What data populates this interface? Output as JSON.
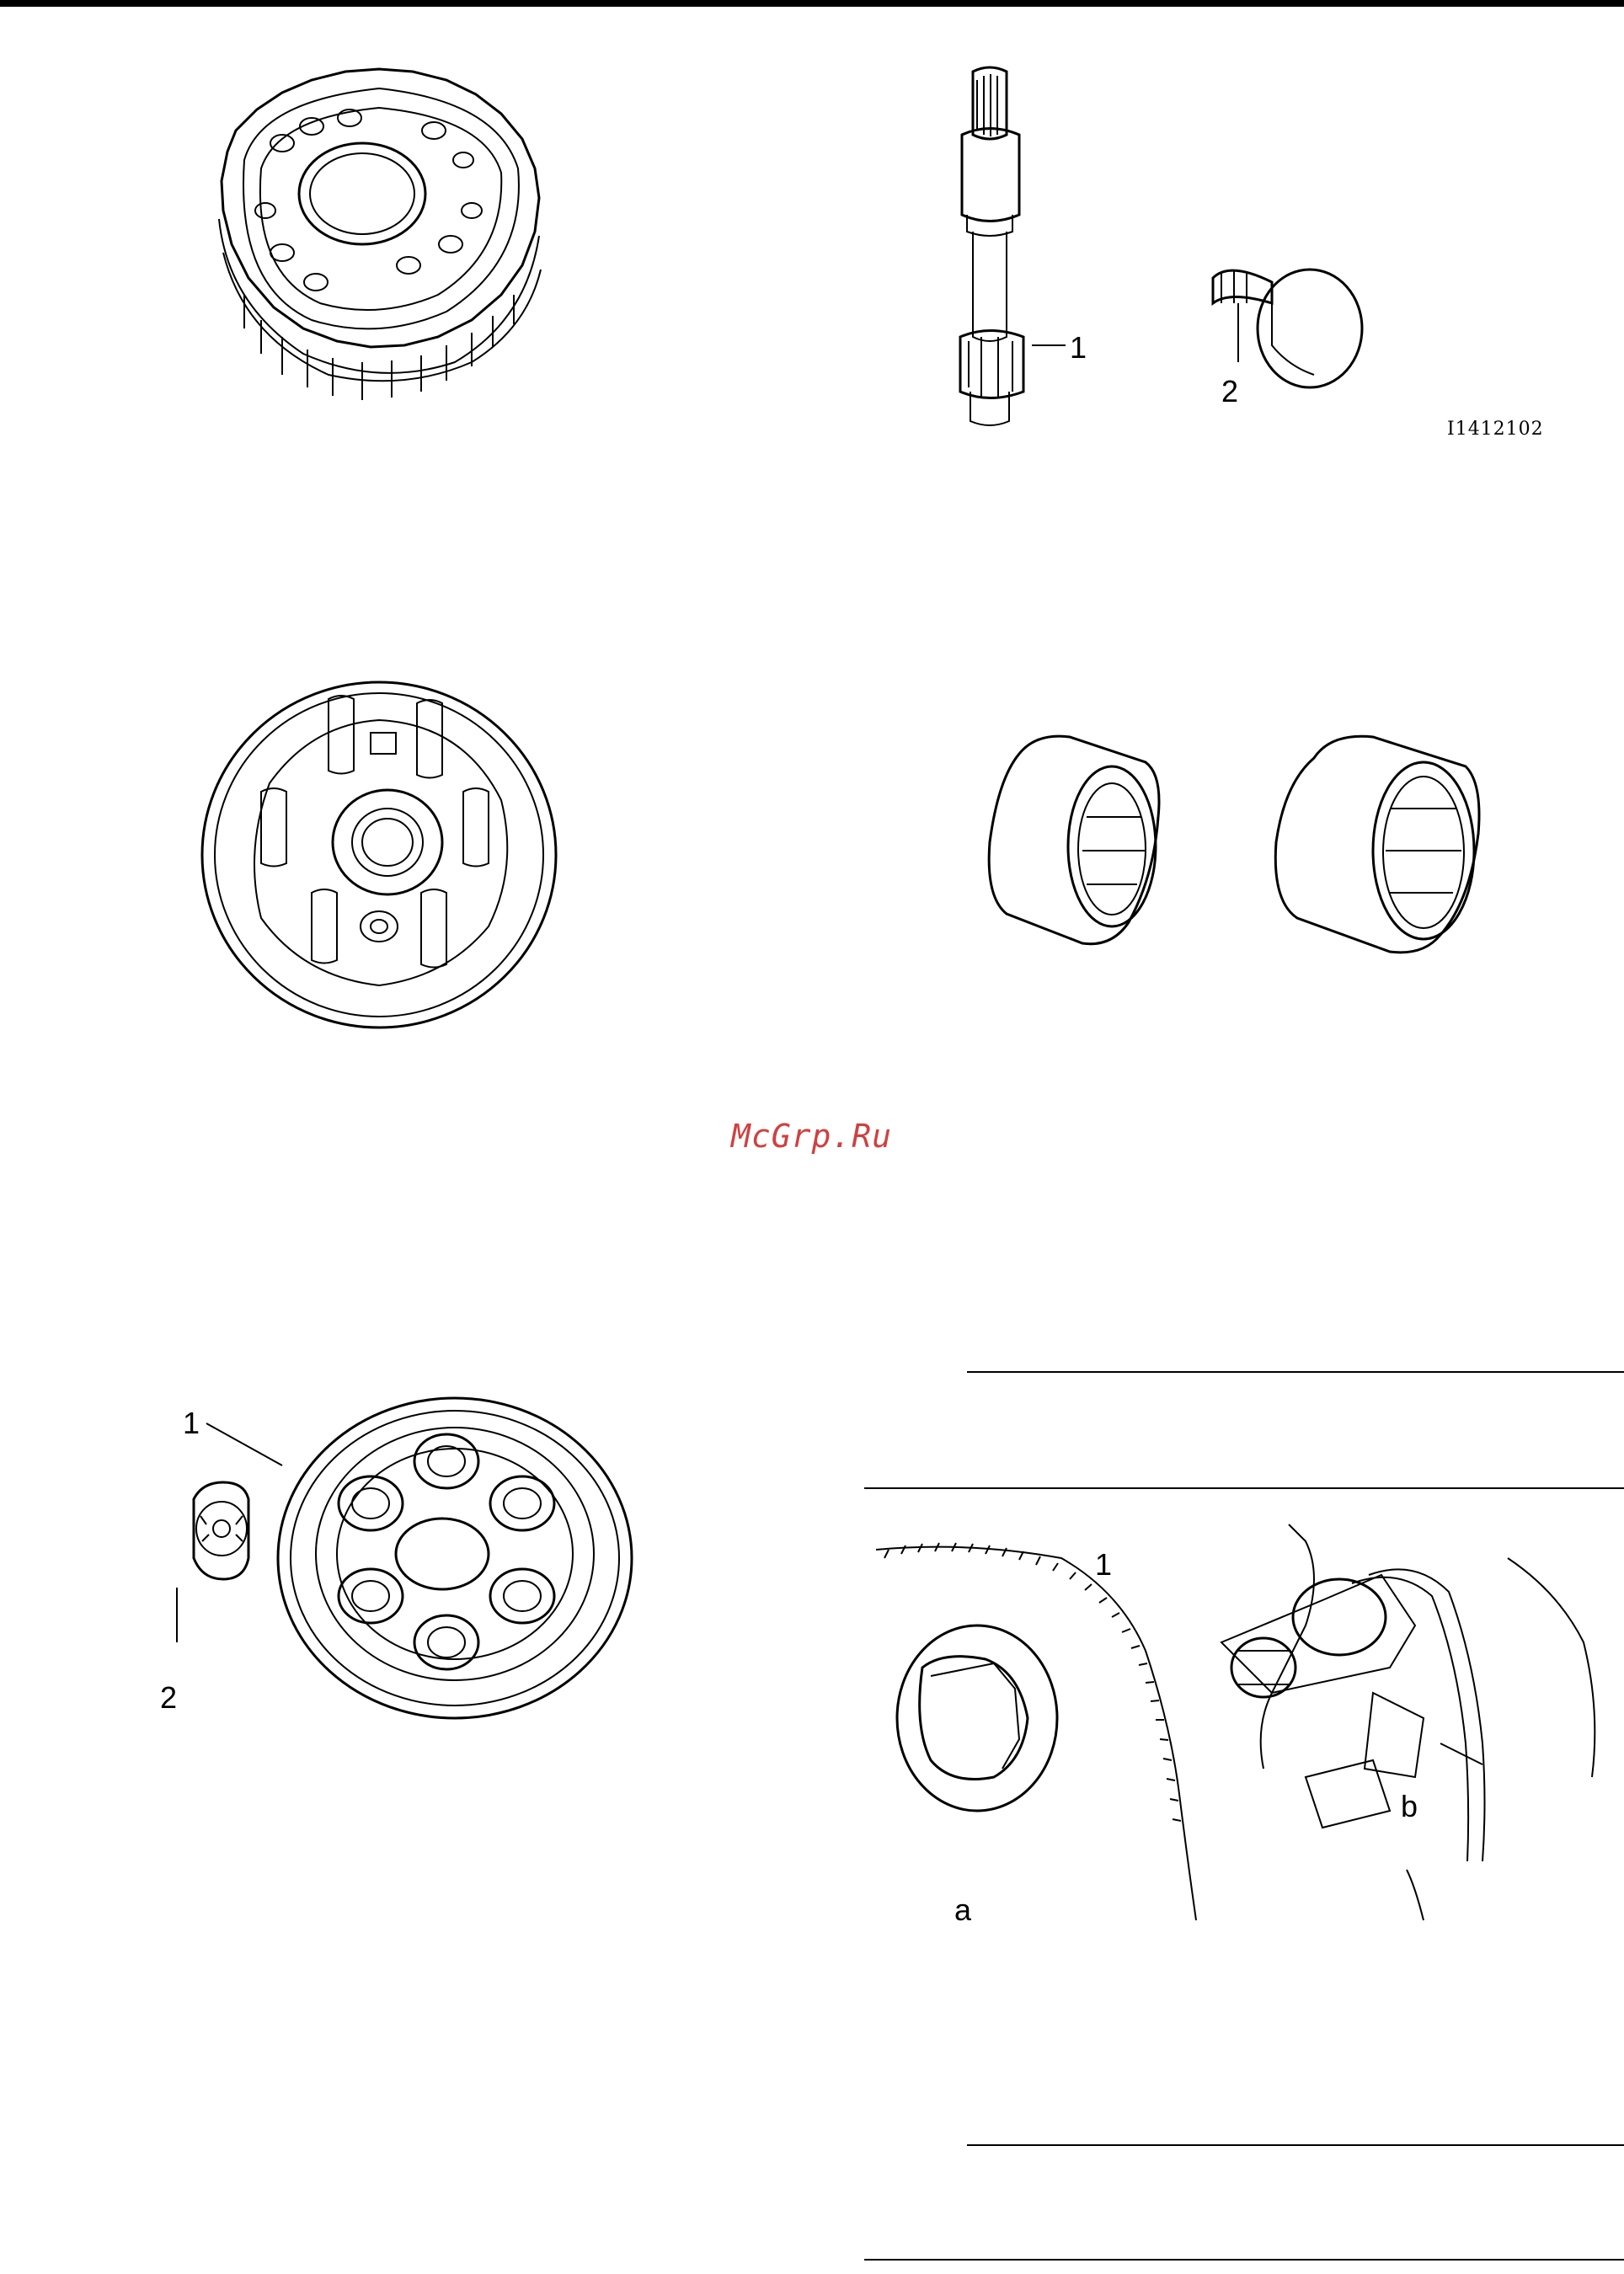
{
  "figure_code": "I1412102",
  "watermark": "McGrp.Ru",
  "callouts": {
    "shaft_item": "1",
    "tool_item": "2",
    "hub_item": "1",
    "bearing_item": "2",
    "gear_item": "1",
    "mark_a": "a",
    "mark_b": "b"
  },
  "colors": {
    "line": "#000000",
    "watermark": "#d04040"
  }
}
